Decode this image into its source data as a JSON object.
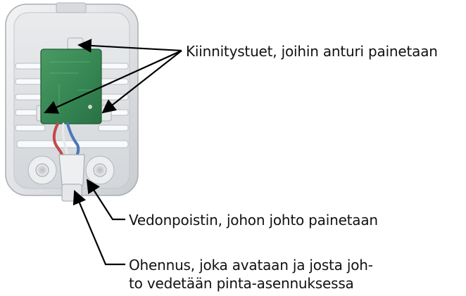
{
  "annotations": {
    "mounting_supports": "Kiinnitystuet, joihin anturi painetaan",
    "strain_relief": "Vedonpoistin, johon johto painetaan",
    "knockout": {
      "line1": "Ohennus, joka avataan ja josta joh-",
      "line2": "to vedetään pinta-asennuksessa"
    }
  },
  "colors": {
    "housing": "#e2e4e7",
    "pcb": "#3b8a55",
    "wire_red": "#c24a4a",
    "wire_blue": "#4a78b8",
    "leader": "#000000"
  }
}
